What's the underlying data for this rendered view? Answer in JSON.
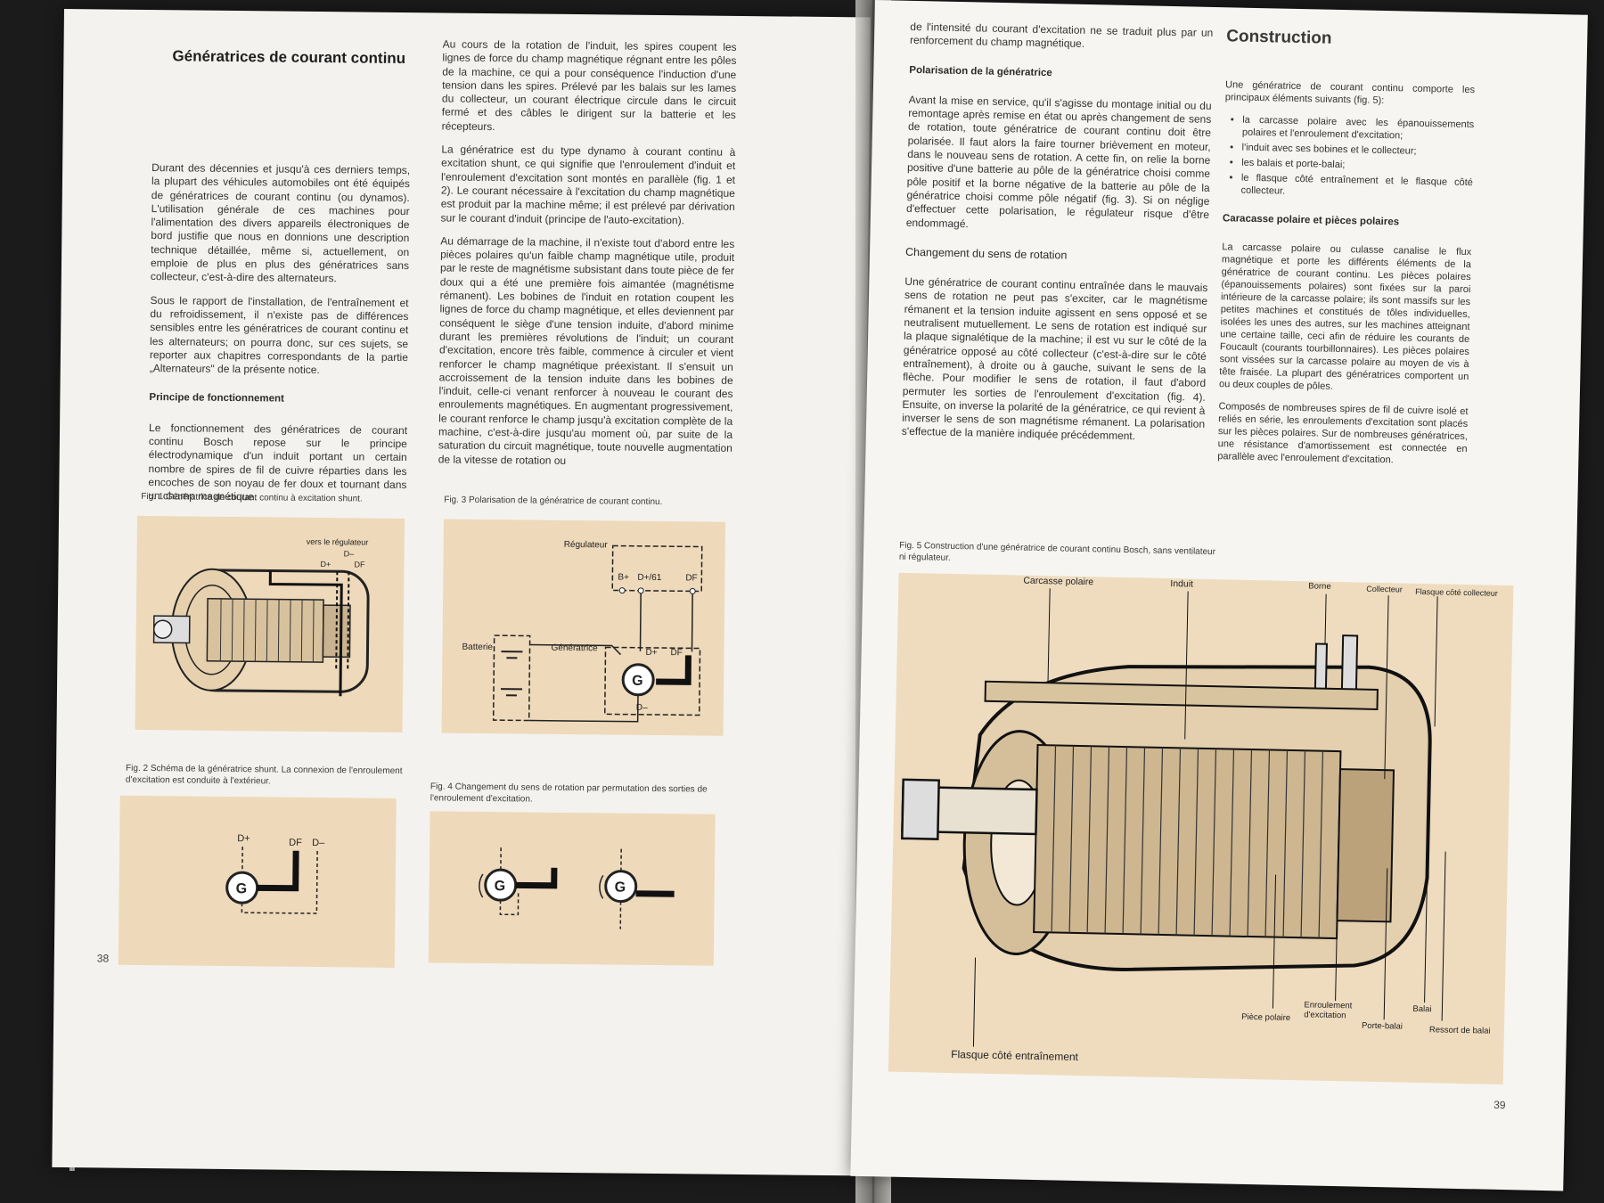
{
  "left_page": {
    "title": "Génératrices de courant continu",
    "intro": "Durant des décennies et jusqu'à ces derniers temps, la plupart des véhicules automobiles ont été équipés de génératrices de courant continu (ou dynamos). L'utilisation générale de ces machines pour l'alimentation des divers appareils électroniques de bord justifie que nous en donnions une description technique détaillée, même si, actuellement, on emploie de plus en plus des génératrices sans collecteur, c'est-à-dire des alternateurs.",
    "installation": "Sous le rapport de l'installation, de l'entraînement et du refroidissement, il n'existe pas de différences sensibles entre les génératrices de courant continu et les alternateurs; on pourra donc, sur ces sujets, se reporter aux chapitres correspondants de la partie „Alternateurs\" de la présente notice.",
    "principe_heading": "Principe de fonctionnement",
    "principe": "Le fonctionnement des génératrices de courant continu Bosch repose sur le principe électrodynamique d'un induit portant un certain nombre de spires de fil de cuivre réparties dans les encoches de son noyau de fer doux et tournant dans un champ magnétique.",
    "col2_p1": "Au cours de la rotation de l'induit, les spires coupent les lignes de force du champ magnétique régnant entre les pôles de la machine, ce qui a pour conséquence l'induction d'une tension dans les spires. Prélevé par les balais sur les lames du collecteur, un courant électrique circule dans le circuit fermé et des câbles le dirigent sur la batterie et les récepteurs.",
    "col2_p2": "La génératrice est du type dynamo à courant continu à excitation shunt, ce qui signifie que l'enroulement d'induit et l'enroulement d'excitation sont montés en parallèle (fig. 1 et 2). Le courant nécessaire à l'excitation du champ magnétique est produit par la machine même; il est prélevé par dérivation sur le courant d'induit (principe de l'auto-excitation).",
    "col2_p3": "Au démarrage de la machine, il n'existe tout d'abord entre les pièces polaires qu'un faible champ magnétique utile, produit par le reste de magnétisme subsistant dans toute pièce de fer doux qui a été une première fois aimantée (magnétisme rémanent). Les bobines de l'induit en rotation coupent les lignes de force du champ magnétique, et elles deviennent par conséquent le siège d'une tension induite, d'abord minime durant les premières révolutions de l'induit; un courant d'excitation, encore très faible, commence à circuler et vient renforcer le champ magnétique préexistant. Il s'ensuit un accroissement de la tension induite dans les bobines de l'induit, celle-ci venant renforcer à nouveau le courant des enroulements magnétiques. En augmentant progressivement, le courant renforce le champ jusqu'à excitation complète de la machine, c'est-à-dire jusqu'au moment où, par suite de la saturation du circuit magnétique, toute nouvelle augmentation de la vitesse de rotation ou",
    "fig1_caption": "Fig. 1   Génératrice de courant continu à excitation shunt.",
    "fig1_label_reg": "vers le régulateur",
    "fig1_label_dminus": "D–",
    "fig1_label_dplus": "D+",
    "fig1_label_df": "DF",
    "fig2_caption": "Fig. 2   Schéma de la génératrice shunt. La connexion de l'enroulement d'excitation est conduite à l'extérieur.",
    "fig2_dplus": "D+",
    "fig2_df": "DF",
    "fig2_dminus": "D–",
    "fig3_caption": "Fig. 3   Polarisation de la génératrice de courant continu.",
    "fig3_regulateur": "Régulateur",
    "fig3_bplus": "B+",
    "fig3_d61": "D+/61",
    "fig3_df": "DF",
    "fig3_batterie": "Batterie",
    "fig3_generatrice": "Génératrice",
    "fig3_dplus": "D+",
    "fig3_df2": "DF",
    "fig3_dminus": "D–",
    "fig4_caption": "Fig. 4   Changement du sens de rotation par permutation des sorties de l'enroulement d'excitation.",
    "g_symbol": "G",
    "page_number": "38"
  },
  "right_page": {
    "top_text": "de l'intensité du courant d'excitation ne se traduit plus par un renforcement du champ magnétique.",
    "polarisation_heading": "Polarisation de la génératrice",
    "polarisation": "Avant la mise en service, qu'il s'agisse du montage initial ou du remontage après remise en état ou après changement de sens de rotation, toute génératrice de courant continu doit être polarisée. Il faut alors la faire tourner brièvement en moteur, dans le nouveau sens de rotation. A cette fin, on relie la borne positive d'une batterie au pôle de la génératrice choisi comme pôle positif et la borne négative de la batterie au pôle de la génératrice choisi comme pôle négatif (fig. 3). Si on néglige d'effectuer cette polarisation, le régulateur risque d'être endommagé.",
    "changement_heading": "Changement du sens de rotation",
    "changement": "Une génératrice de courant continu entraînée dans le mauvais sens de rotation ne peut pas s'exciter, car le magnétisme rémanent et la tension induite agissent en sens opposé et se neutralisent mutuellement. Le sens de rotation est indiqué sur la plaque signalétique de la machine; il est vu sur le côté de la génératrice opposé au côté collecteur (c'est-à-dire sur le côté entraînement), à droite ou à gauche, suivant le sens de la flèche. Pour modifier le sens de rotation, il faut d'abord permuter les sorties de l'enroulement d'excitation (fig. 4). Ensuite, on inverse la polarité de la génératrice, ce qui revient à inverser le sens de son magnétisme rémanent. La polarisation s'effectue de la manière indiquée précédemment.",
    "construction_title": "Construction",
    "construction_intro": "Une génératrice de courant continu comporte les principaux éléments suivants (fig. 5):",
    "construction_items": [
      "la carcasse polaire avec les épanouissements polaires et l'enroulement d'excitation;",
      "l'induit avec ses bobines et le collecteur;",
      "les balais et porte-balai;",
      "le flasque côté entraînement et le flasque côté collecteur."
    ],
    "carcasse_heading": "Caracasse polaire et pièces polaires",
    "carcasse_p1": "La carcasse polaire ou culasse canalise le flux magnétique et porte les différents éléments de la génératrice de courant continu. Les pièces polaires (épanouissements polaires) sont fixées sur la paroi intérieure de la carcasse polaire; ils sont massifs sur les petites machines et constitués de tôles individuelles, isolées les unes des autres, sur les machines atteignant une certaine taille, ceci afin de réduire les courants de Foucault (courants tourbillonnaires). Les pièces polaires sont vissées sur la carcasse polaire au moyen de vis à tête fraisée. La plupart des génératrices comportent un ou deux couples de pôles.",
    "carcasse_p2": "Composés de nombreuses spires de fil de cuivre isolé et reliés en série, les enroulements d'excitation sont placés sur les pièces polaires. Sur de nombreuses génératrices, une résistance d'amortissement est connectée en parallèle avec l'enroulement d'excitation.",
    "fig5_caption": "Fig. 5   Construction d'une génératrice de courant continu Bosch, sans ventilateur ni régulateur.",
    "fig5_labels": {
      "carcasse": "Carcasse polaire",
      "induit": "Induit",
      "borne": "Borne",
      "collecteur": "Collecteur",
      "flasque_col": "Flasque côté collecteur",
      "flasque_ent": "Flasque côté entraînement",
      "piece": "Pièce polaire",
      "enroulement": "Enroulement d'excitation",
      "porte_balai": "Porte-balai",
      "balai": "Balai",
      "ressort": "Ressort de balai"
    },
    "page_number": "39"
  },
  "colors": {
    "paper": "#f3f2ee",
    "figure_bg": "#eed9ba",
    "ink": "#2a2a2a"
  }
}
